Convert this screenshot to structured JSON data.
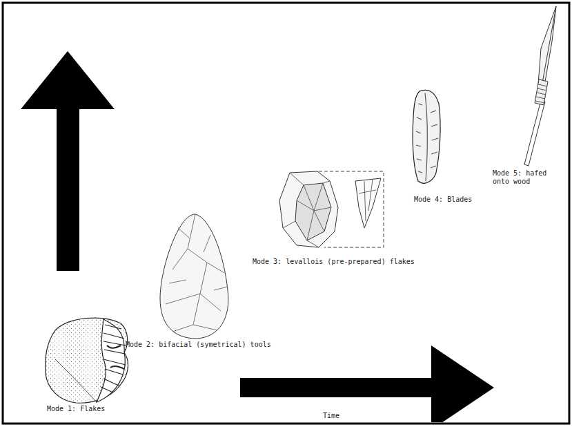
{
  "diagram": {
    "labels": [
      "Mode 1: Flakes",
      "Mode 2: bifacial (symetrical) tools",
      "Mode 3: levallois (pre-prepared) flakes",
      "Mode 4: Blades",
      "Mode 5: hafed onto wood",
      "Time"
    ]
  }
}
